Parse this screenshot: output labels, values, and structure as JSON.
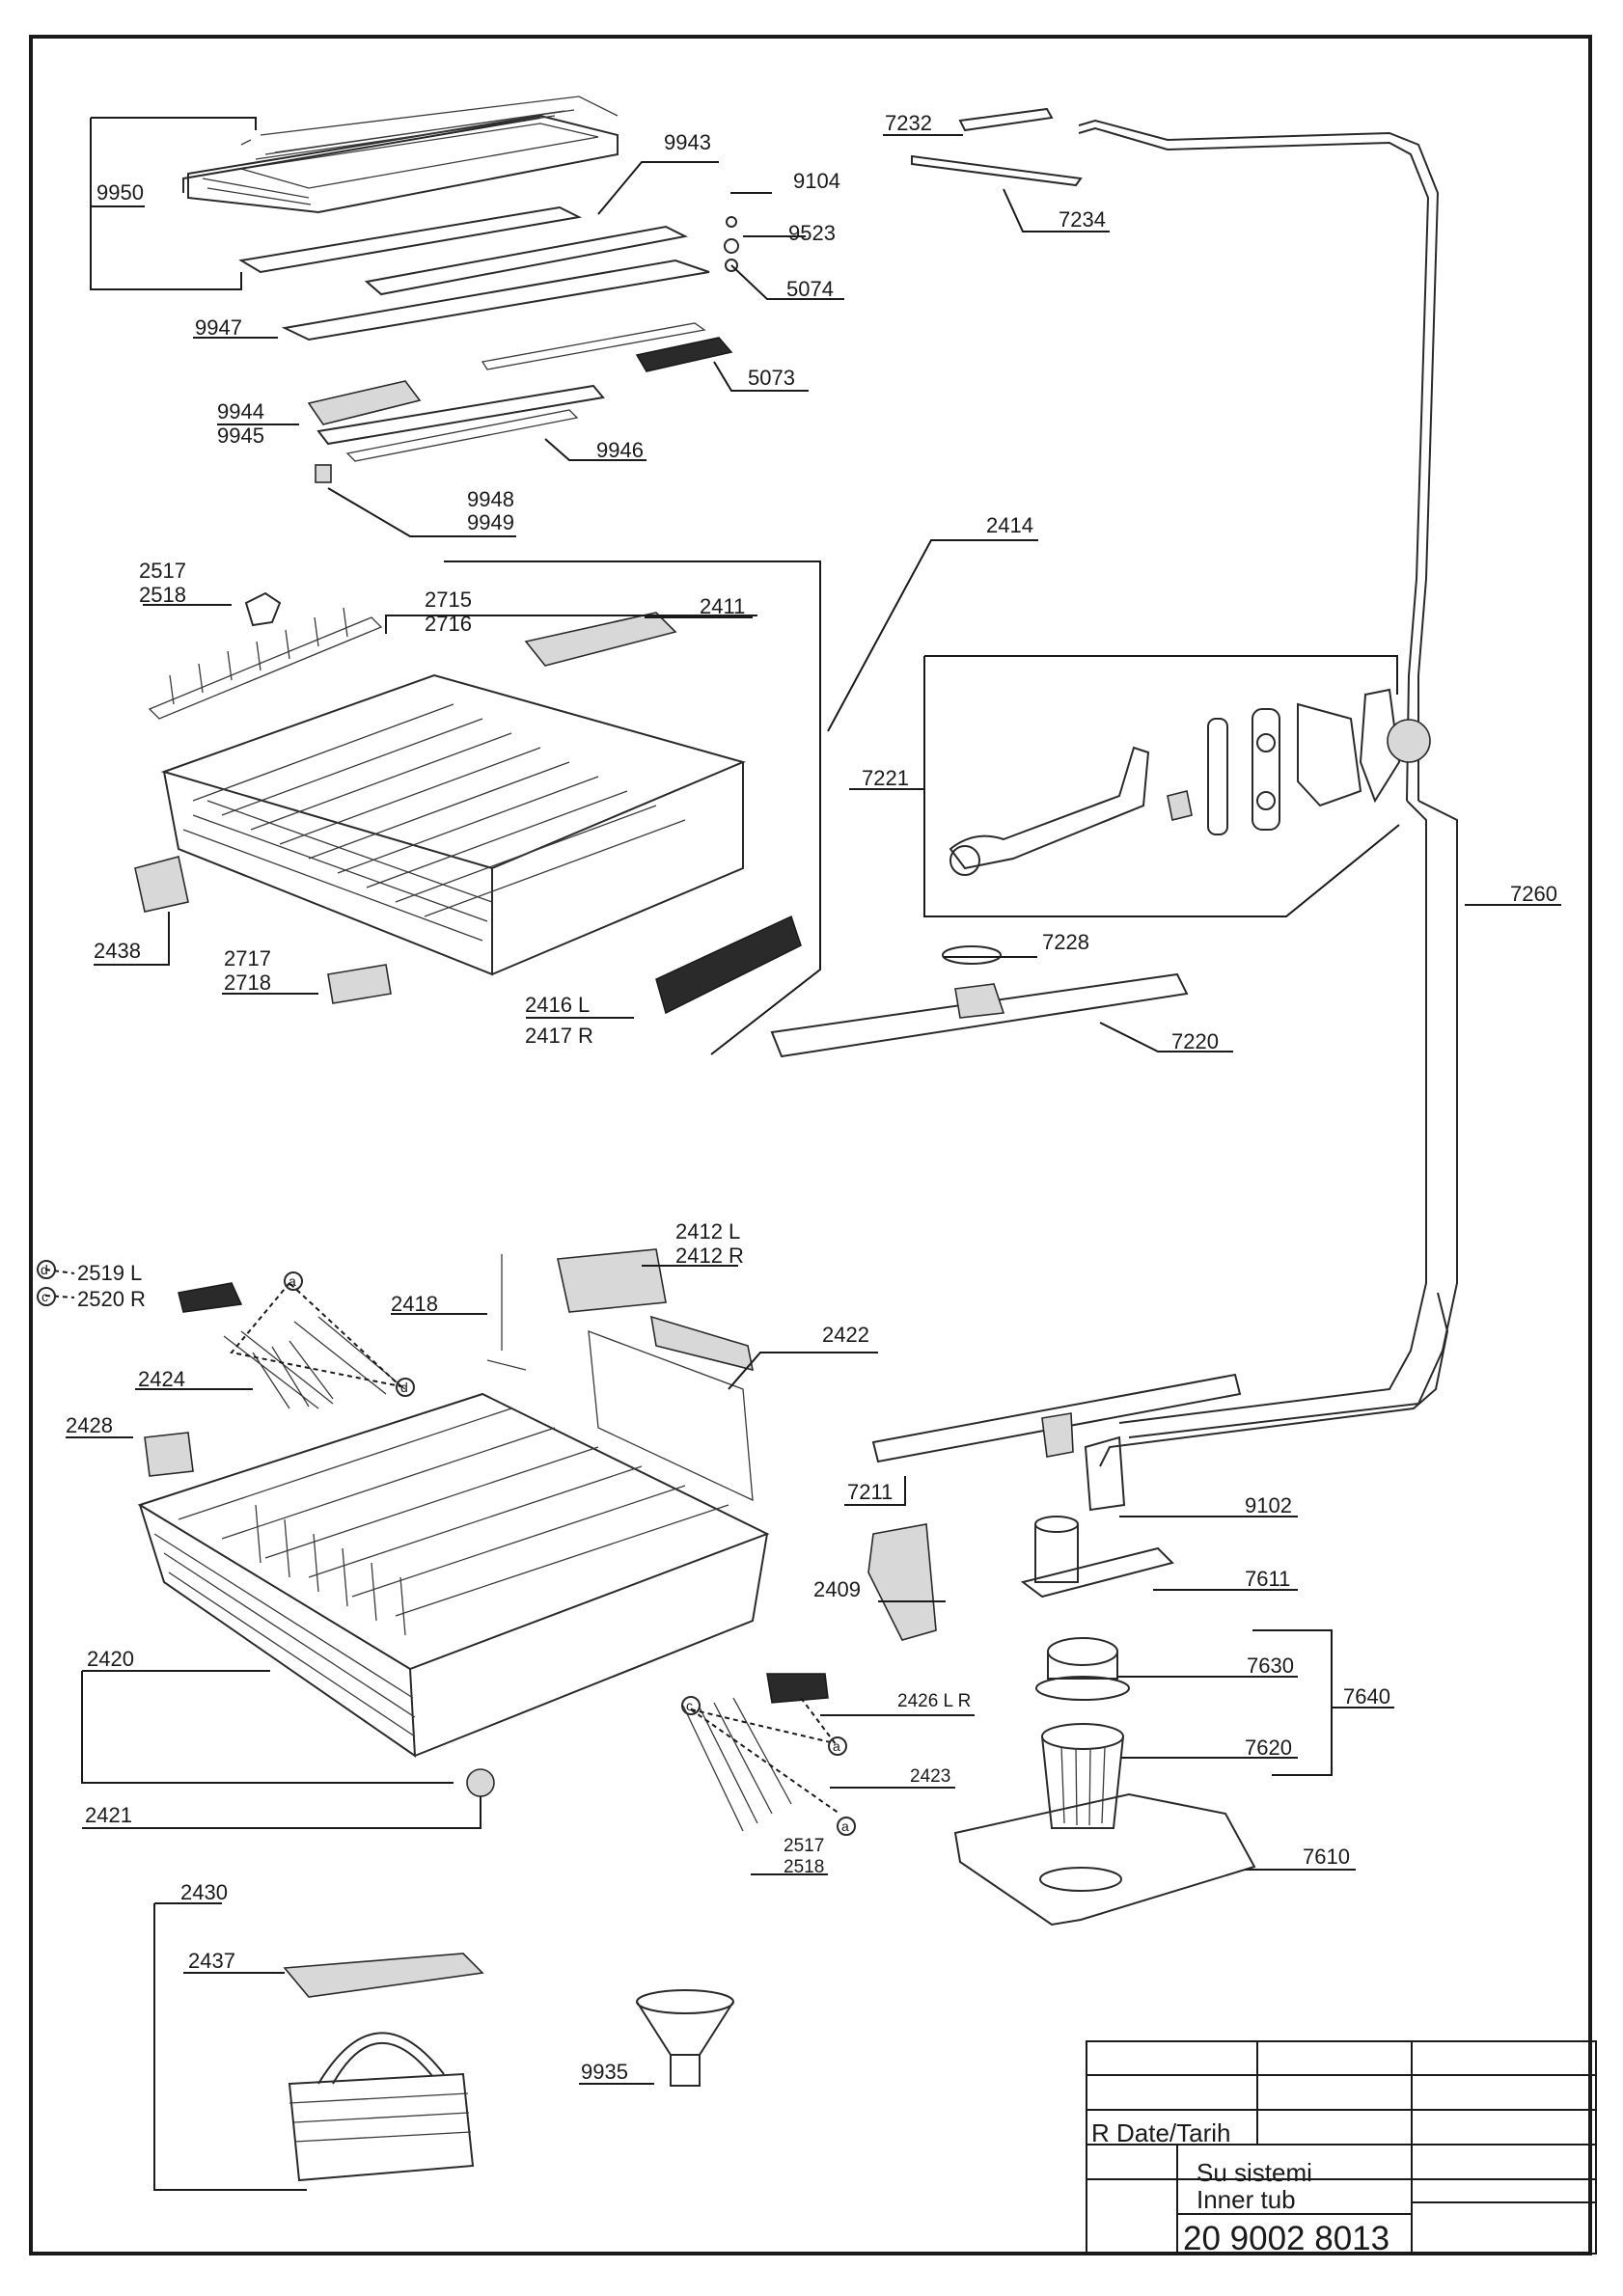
{
  "labels": {
    "p9950": "9950",
    "p9943": "9943",
    "p9104": "9104",
    "p9523": "9523",
    "p5074": "5074",
    "p9947": "9947",
    "p5073": "5073",
    "p9944": "9944",
    "p9945": "9945",
    "p9946": "9946",
    "p9948": "9948",
    "p9949": "9949",
    "p7232": "7232",
    "p7234": "7234",
    "p2414": "2414",
    "p2517a": "2517",
    "p2518a": "2518",
    "p2715": "2715",
    "p2716": "2716",
    "p2411": "2411",
    "p7221": "7221",
    "p7260": "7260",
    "p2438": "2438",
    "p7228": "7228",
    "p2717": "2717",
    "p2718": "2718",
    "p2416": "2416 L",
    "p2417": "2417 R",
    "p7220": "7220",
    "p2412l": "2412 L",
    "p2412r": "2412 R",
    "p2519": "2519 L",
    "p2520": "2520 R",
    "p2418": "2418",
    "p2422": "2422",
    "p2424": "2424",
    "p2428": "2428",
    "p7211": "7211",
    "p9102": "9102",
    "p2409": "2409",
    "p7611": "7611",
    "p2420": "2420",
    "p7630": "7630",
    "p7640": "7640",
    "p2426": "2426 L R",
    "p7620": "7620",
    "p2423": "2423",
    "p2421": "2421",
    "p2517b": "2517",
    "p2518b": "2518",
    "p7610": "7610",
    "p2430": "2430",
    "p2437": "2437",
    "p9935": "9935"
  },
  "callouts": {
    "a": "a",
    "c": "c",
    "d": "d"
  },
  "title_block": {
    "rev_date": "R  Date/Tarih",
    "title_tr": "Su sistemi",
    "title_en": "Inner tub",
    "doc_number": "20 9002 8013"
  }
}
